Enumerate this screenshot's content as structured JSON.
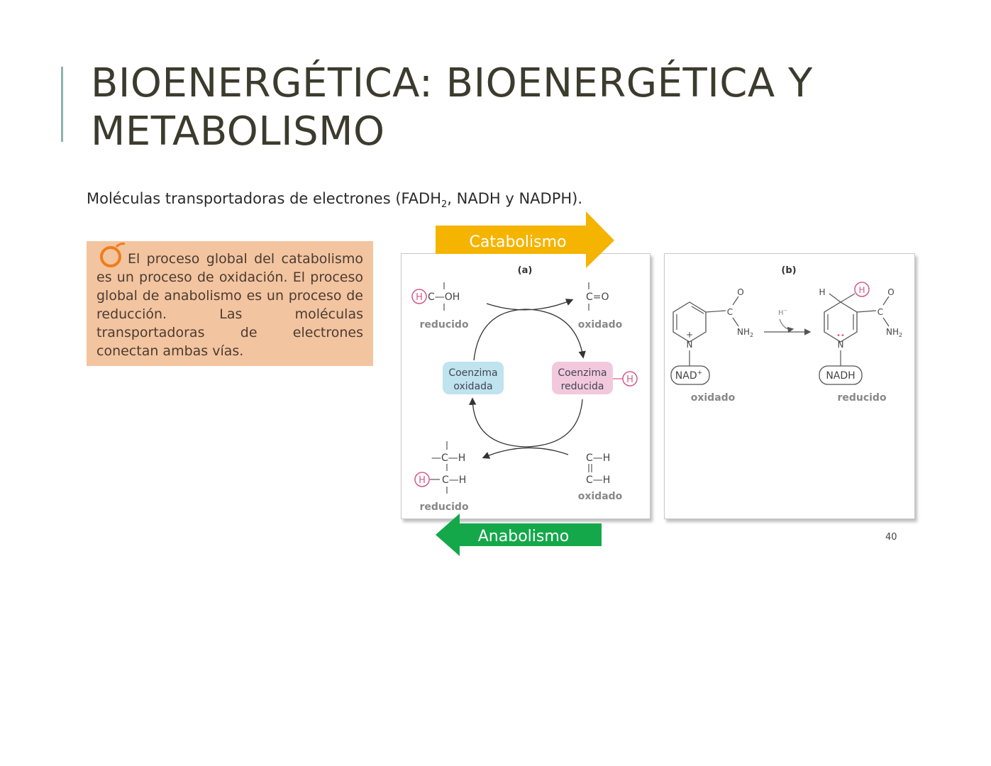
{
  "slide": {
    "title": "BIOENERGÉTICA: BIOENERGÉTICA Y METABOLISMO",
    "subtitle_main": "Moléculas transportadoras de electrones (FADH",
    "subtitle_sub": "2",
    "subtitle_rest": ", NADH y NADPH).",
    "page_number": "40"
  },
  "note": {
    "text": "El proceso global del catabolismo es un proceso de oxidación. El proceso global de anabolismo es un proceso de reducción. Las moléculas transportadoras de electrones conectan ambas vías."
  },
  "arrows": {
    "catabolism": "Catabolismo",
    "anabolism": "Anabolismo",
    "catabolism_color": "#f5b400",
    "anabolism_color": "#14a84a"
  },
  "panel_a": {
    "label": "(a)",
    "top_left_formula_h": "H",
    "top_left_formula": "C—OH",
    "top_left_state": "reducido",
    "top_right_formula": "C=O",
    "top_right_state": "oxidado",
    "coenzyme_oxidized": [
      "Coenzima",
      "oxidada"
    ],
    "coenzyme_reduced": [
      "Coenzima",
      "reducida"
    ],
    "coenzyme_h": "H",
    "bottom_left_top": "—C—H",
    "bottom_left_bottom": "C—H",
    "bottom_left_h": "H",
    "bottom_left_state": "reducido",
    "bottom_right_top": "C—H",
    "bottom_right_bottom": "C—H",
    "bottom_right_state": "oxidado",
    "oxidized_color": "#bfe3ef",
    "reduced_color": "#f2c9dc"
  },
  "panel_b": {
    "label": "(b)",
    "nad_label": "NAD",
    "nad_sup": "+",
    "nadh_label": "NADH",
    "left_state": "oxidado",
    "right_state": "reducido",
    "hydride": "H",
    "hydride_sup": "−",
    "nh2": "NH",
    "nh2_sub": "2",
    "o": "O",
    "c": "C",
    "n": "N",
    "h": "H",
    "plus": "+"
  }
}
